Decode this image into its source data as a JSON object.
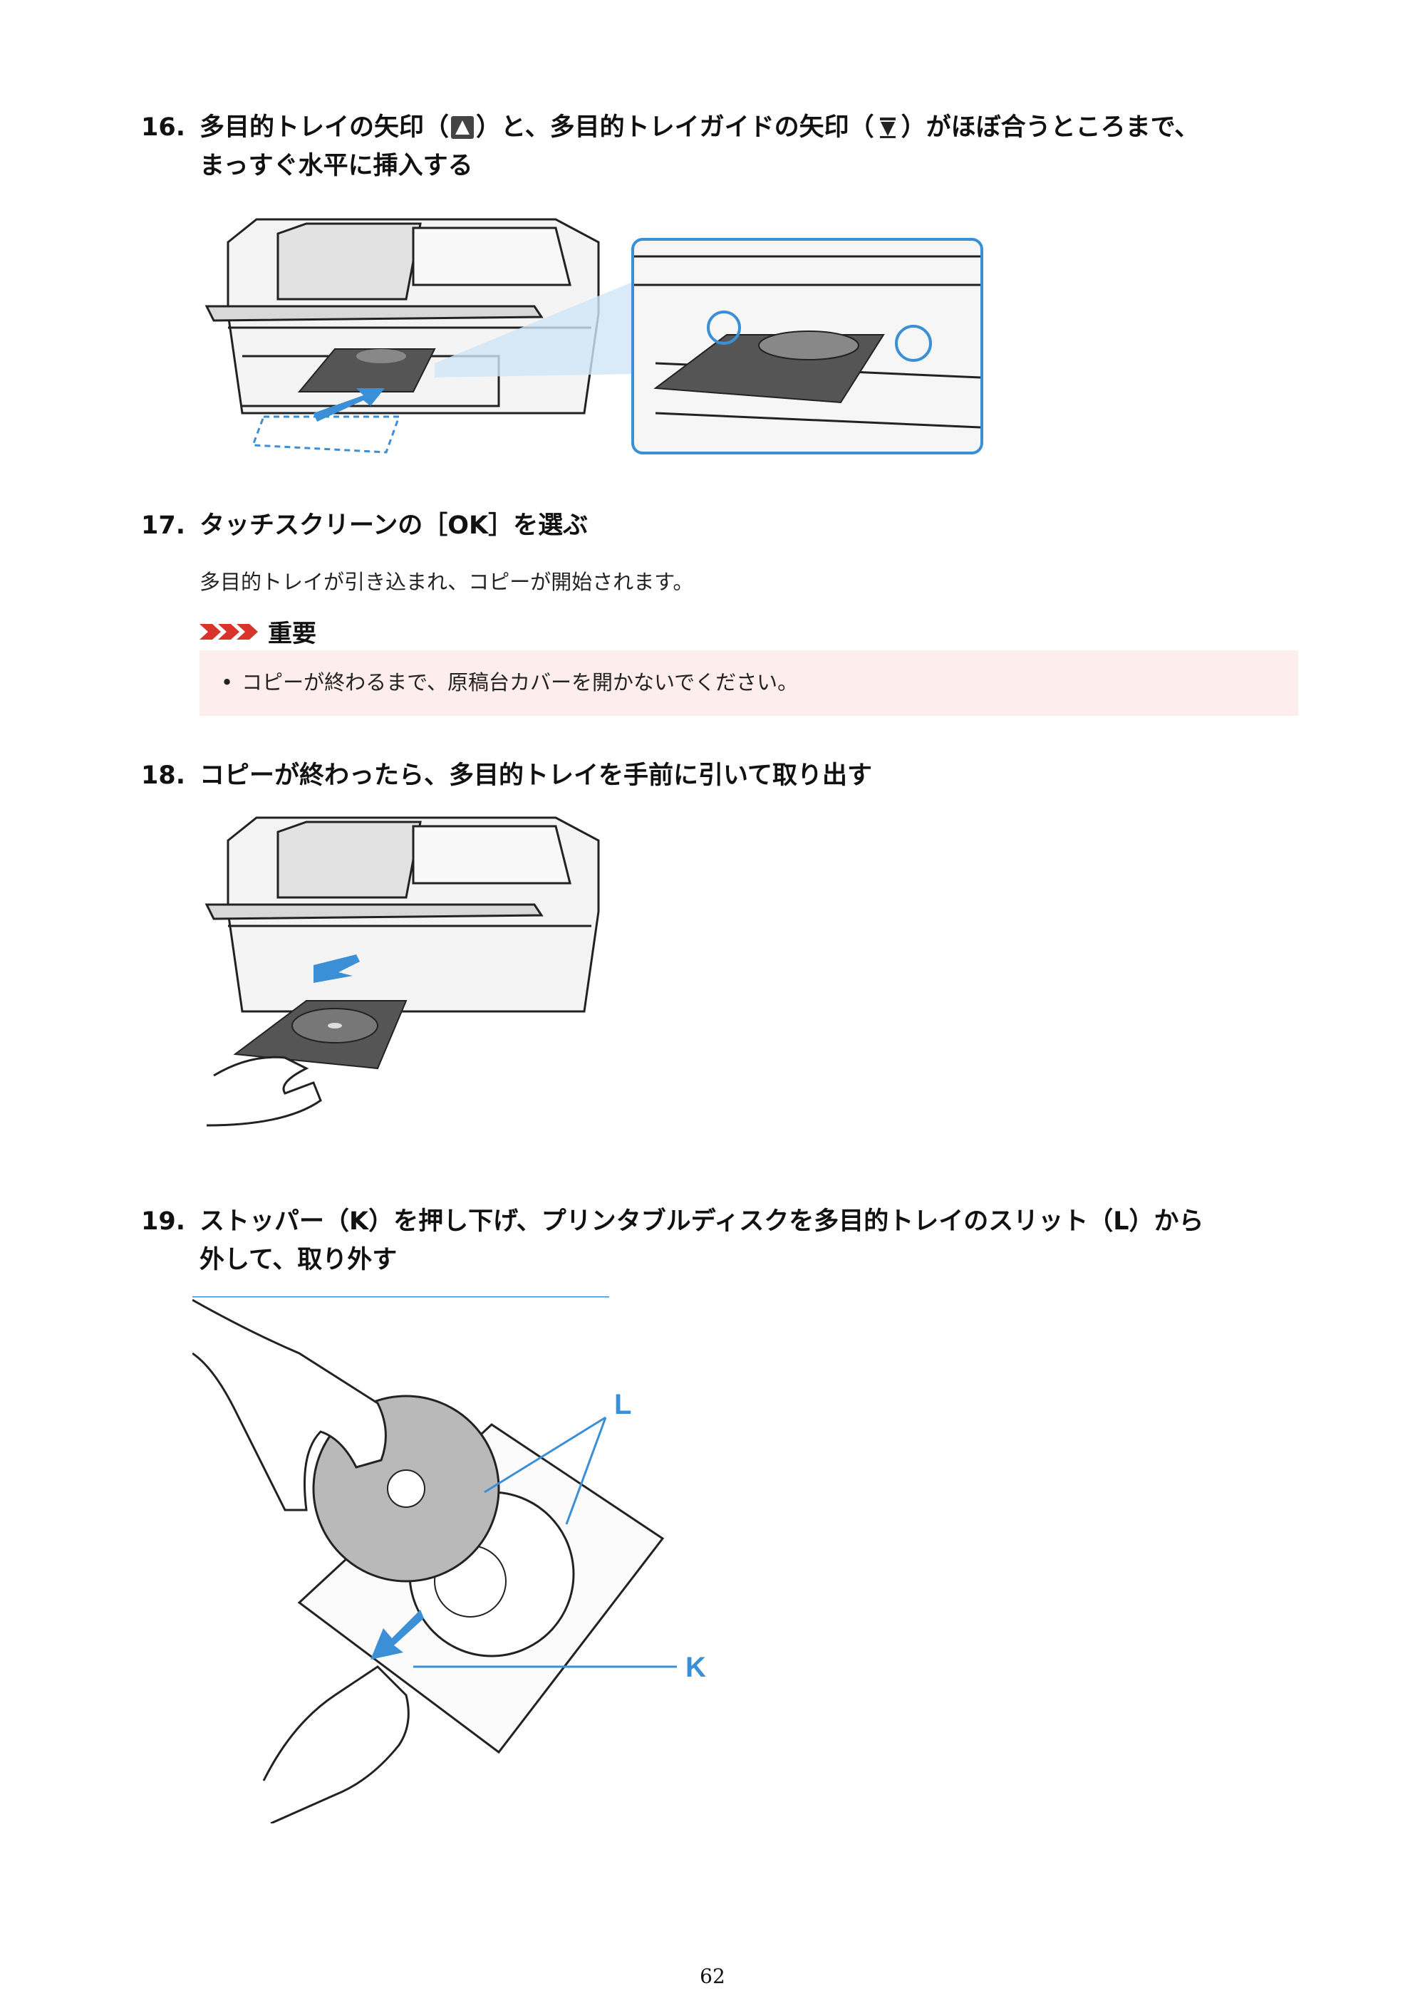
{
  "steps": [
    {
      "number": "16.",
      "title_a": "多目的トレイの矢印（",
      "title_b": "）と、多目的トレイガイドの矢印（",
      "title_c": "）がほぼ合うところまで、",
      "title_line2": "まっすぐ水平に挿入する"
    },
    {
      "number": "17.",
      "title": "タッチスクリーンの［OK］を選ぶ",
      "body": "多目的トレイが引き込まれ、コピーが開始されます。"
    },
    {
      "number": "18.",
      "title": "コピーが終わったら、多目的トレイを手前に引いて取り出す"
    },
    {
      "number": "19.",
      "title_line1": "ストッパー（K）を押し下げ、プリンタブルディスクを多目的トレイのスリット（L）から",
      "title_line2": "外して、取り外す"
    }
  ],
  "important": {
    "label": "重要",
    "items": [
      "コピーが終わるまで、原稿台カバーを開かないでください。"
    ]
  },
  "callouts": {
    "L": "L",
    "K": "K"
  },
  "page_number": "62",
  "colors": {
    "callout_blue": "#3a8fd6",
    "important_red": "#d9342b",
    "important_bg": "#fdeeed"
  }
}
